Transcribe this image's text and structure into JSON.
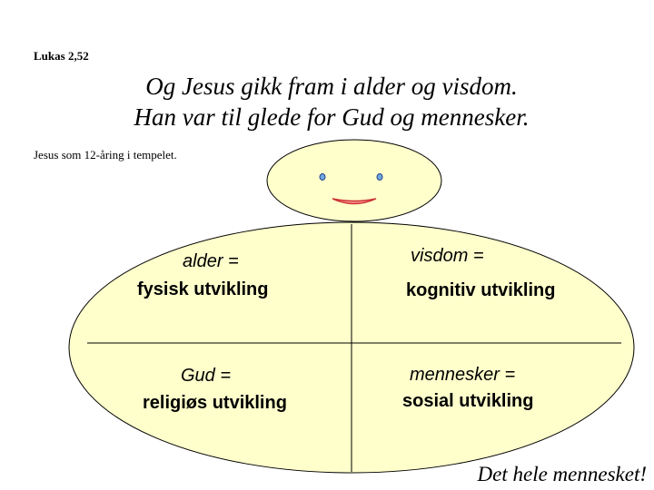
{
  "reference": "Lukas 2,52",
  "title": {
    "line1": "Og Jesus gikk fram i alder og visdom.",
    "line2": "Han var til glede for Gud og mennesker."
  },
  "subtitle": "Jesus som 12-åring i tempelet.",
  "quadrants": {
    "top_left": {
      "term": "alder =",
      "meaning": "fysisk utvikling"
    },
    "top_right": {
      "term": "visdom =",
      "meaning": "kognitiv utvikling"
    },
    "bottom_left": {
      "term": "Gud =",
      "meaning": "religiøs utvikling"
    },
    "bottom_right": {
      "term": "mennesker =",
      "meaning": "sosial utvikling"
    }
  },
  "footer": "Det hele mennesket!",
  "colors": {
    "fill": "#ffffcc",
    "outline": "#000000",
    "eye_fill": "#6fa8dc",
    "mouth_fill": "#ff9999",
    "mouth_stroke": "#cc3333"
  }
}
